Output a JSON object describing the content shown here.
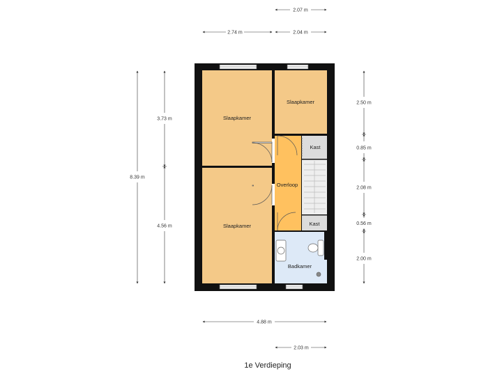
{
  "title": "1e Verdieping",
  "colors": {
    "bedroom": "#f4c988",
    "landing": "#ffc15f",
    "bathroom": "#dde9f7",
    "closet": "#dcdcdc",
    "stairs": "#eeeeee",
    "wall": "#111111"
  },
  "rooms": {
    "bedroom_top_left": "Slaapkamer",
    "bedroom_top_right": "Slaapkamer",
    "bedroom_bottom_left": "Slaapkamer",
    "landing": "Overloop",
    "closet_top": "Kast",
    "closet_bottom": "Kast",
    "bathroom": "Badkamer"
  },
  "dimensions": {
    "top_right_width": "2.07 m",
    "top_left_width": "2.74 m",
    "top_mid_width": "2.04 m",
    "left_total_height": "8.39 m",
    "left_upper_height": "3.73 m",
    "left_lower_height": "4.56 m",
    "right_1": "2.50 m",
    "right_2": "0.85 m",
    "right_3": "2.08 m",
    "right_4": "0.56 m",
    "right_5": "2.00 m",
    "bottom_total_width": "4.88 m",
    "bottom_right_width": "2.03 m"
  }
}
